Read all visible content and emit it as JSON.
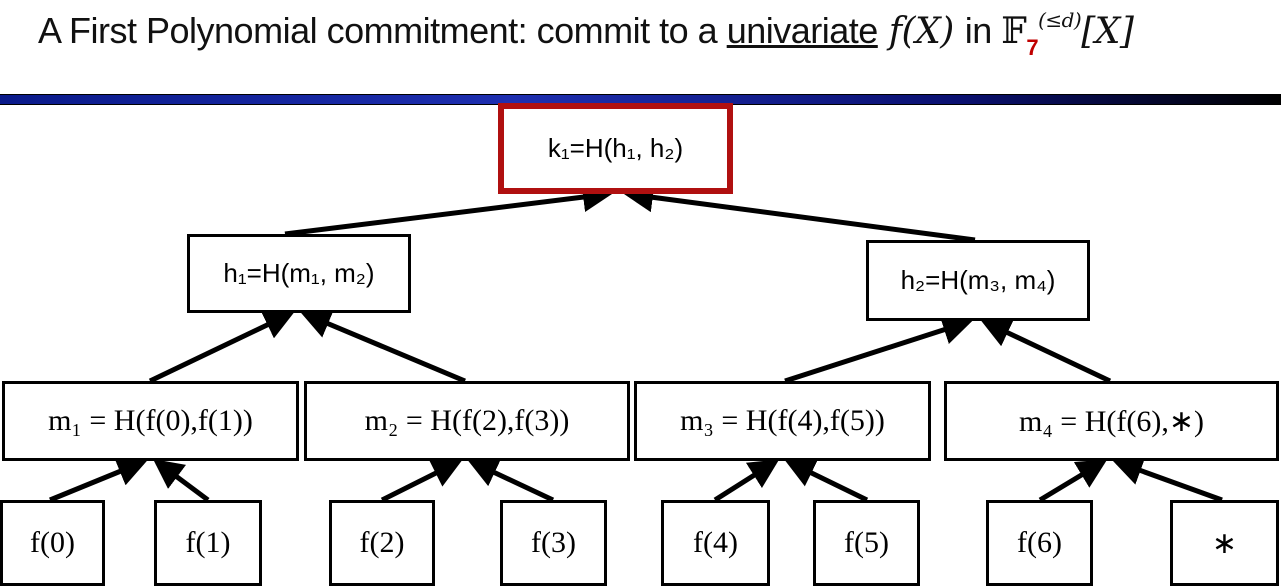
{
  "title": {
    "prefix": "A First Polynomial commitment:  commit to a ",
    "underlined": "univariate",
    "func": " f(X) ",
    "in": " in ",
    "field": "𝔽",
    "subscript": "7",
    "superscript": "(≤d)",
    "suffix": "[X]"
  },
  "colors": {
    "accent": "#b01010",
    "bar": "#1e2fb0"
  },
  "root": {
    "label": "k₁=H(h₁, h₂)"
  },
  "level2": [
    {
      "label": "h₁=H(m₁, m₂)"
    },
    {
      "label": "h₂=H(m₃, m₄)"
    }
  ],
  "level1": [
    {
      "label": "m₁ = H(f(0),f(1))"
    },
    {
      "label": "m₂ = H(f(2),f(3))"
    },
    {
      "label": "m₃ = H(f(4),f(5))"
    },
    {
      "label": "m₄ = H(f(6),∗)"
    }
  ],
  "leaves": [
    {
      "label": "f(0)"
    },
    {
      "label": "f(1)"
    },
    {
      "label": "f(2)"
    },
    {
      "label": "f(3)"
    },
    {
      "label": "f(4)"
    },
    {
      "label": "f(5)"
    },
    {
      "label": "f(6)"
    },
    {
      "label": "∗"
    }
  ]
}
